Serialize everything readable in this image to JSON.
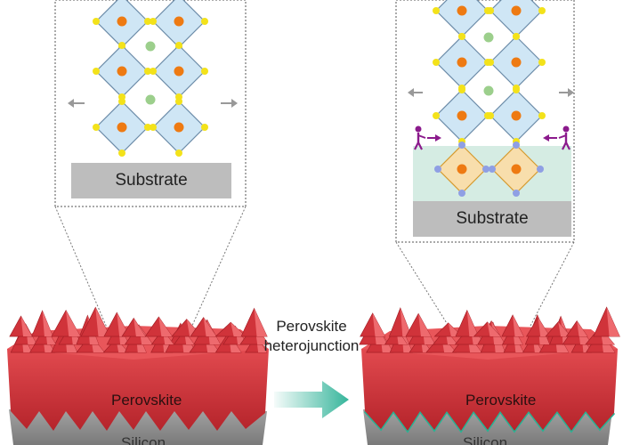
{
  "left_panel": {
    "substrate_label": "Substrate"
  },
  "right_panel": {
    "substrate_label": "Substrate"
  },
  "center": {
    "line1": "Perovskite",
    "line2": "heterojunction"
  },
  "left_sample": {
    "top_label": "Perovskite",
    "bottom_label": "Silicon"
  },
  "right_sample": {
    "top_label": "Perovskite",
    "bottom_label": "Silicon"
  },
  "colors": {
    "octahedron_fill": "#cfe6f5",
    "octahedron_edge": "#6b8ba8",
    "b_site": "#ee7a12",
    "a_site": "#9ccf8c",
    "x_site": "#f3e21a",
    "substrate": "#bdbdbd",
    "interface_band": "#d5ece3",
    "bottom_oct_fill": "#f8deac",
    "bottom_oct_edge": "#d69a2e",
    "interface_x": "#8f9fe4",
    "figure": "#8b1a8c",
    "perovskite_red": "#d8353c",
    "silicon_gray": "#8e8e8e",
    "arrow": "#36b59b",
    "green_edge": "#27b394"
  }
}
